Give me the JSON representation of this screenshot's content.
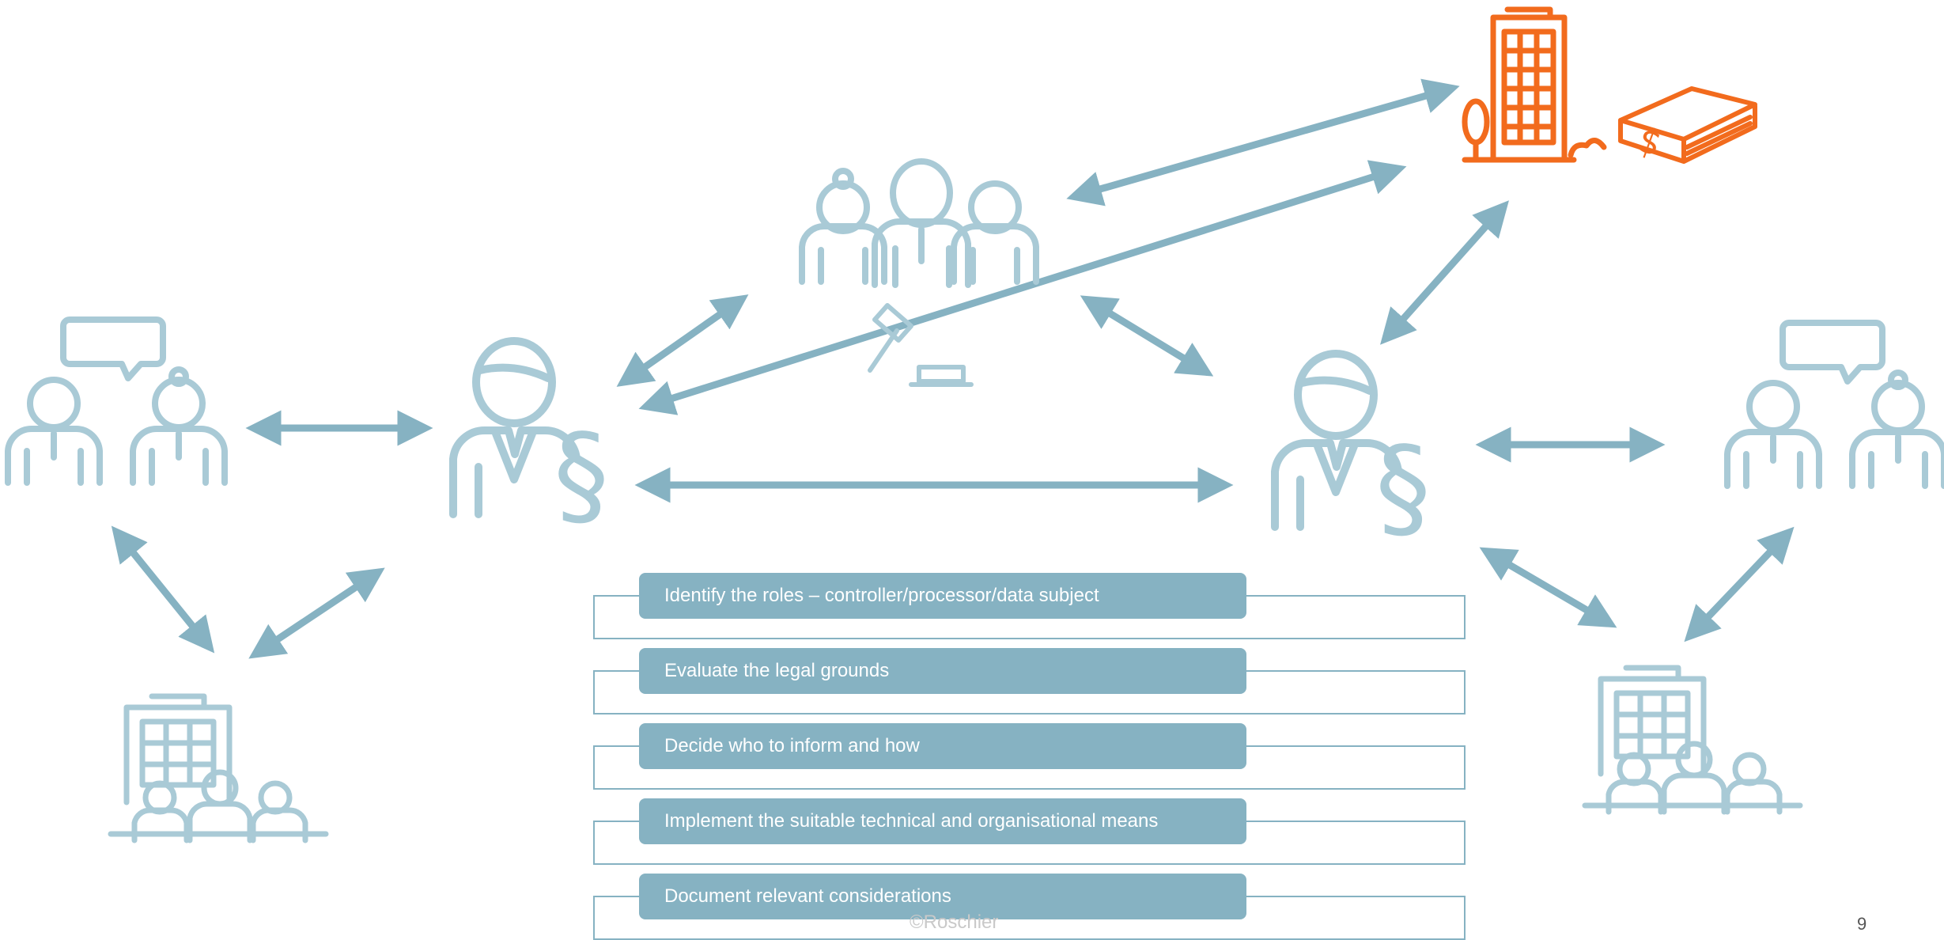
{
  "colors": {
    "accent_blue": "#86b2c2",
    "icon_blue": "#a9cad6",
    "orange": "#f26b1d"
  },
  "icons": {
    "left_people": "discussing-people-icon",
    "left_lawyer": "lawyer-paragraph-icon",
    "left_company": "company-with-staff-icon",
    "court": "court-group-with-gavel-icon",
    "authority": "authority-building-icon",
    "law_book": "law-book-icon",
    "right_lawyer": "lawyer-paragraph-icon",
    "right_people": "discussing-people-icon",
    "right_company": "company-with-staff-icon"
  },
  "steps": [
    "Identify the roles – controller/processor/data subject",
    "Evaluate the legal grounds",
    "Decide who to inform and how",
    "Implement the suitable technical and organisational means",
    "Document relevant considerations"
  ],
  "footer": {
    "copyright": "©Roschier",
    "page_number": "9"
  }
}
